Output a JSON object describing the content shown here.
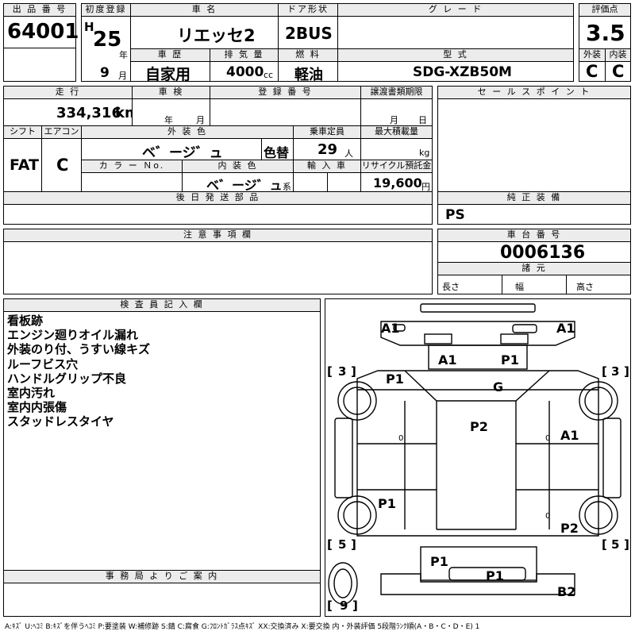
{
  "header": {
    "lot_label": "出 品 番 号",
    "lot_no": "64001",
    "first_reg_label": "初度登録",
    "era": "H",
    "year": "25",
    "year_unit": "年",
    "month": "9",
    "month_unit": "月",
    "model_label": "車 名",
    "model": "リエッセ2",
    "door_label": "ドア形状",
    "door": "2BUS",
    "grade_label": "グ レ ー ド",
    "grade": "",
    "score_label": "評価点",
    "score": "3.5",
    "history_label": "車 歴",
    "history": "自家用",
    "displacement_label": "排 気 量",
    "displacement": "4000",
    "displacement_unit": "cc",
    "fuel_label": "燃 料",
    "fuel": "軽油",
    "type_label": "型 式",
    "type": "SDG-XZB50M",
    "ext_label": "外装",
    "ext": "C",
    "int_label": "内装",
    "int": "C"
  },
  "row2": {
    "mileage_label": "走 行",
    "mileage": "334,316",
    "mileage_unit": "km",
    "inspection_label": "車 検",
    "inspection_year": "年",
    "inspection_month": "月",
    "reg_no_label": "登 録 番 号",
    "transfer_label": "譲渡書類期限",
    "transfer_month": "月",
    "transfer_day": "日",
    "shift_label": "シフト",
    "shift": "FAT",
    "ac_label": "エアコン",
    "ac": "C",
    "ext_color_label": "外 装 色",
    "ext_color": "ベ゛ージ゛ュ",
    "color_change": "色替",
    "seating_label": "乗車定員",
    "seating": "29",
    "seating_unit": "人",
    "load_label": "最大積載量",
    "load_unit": "kg",
    "color_no_label": "カ ラ ー Ｎo.",
    "int_color_label": "内 装 色",
    "int_color": "ベ゛ージ゛ュ",
    "int_color_unit": "系",
    "import_label": "輸 入 車",
    "recycle_label": "リサイクル預託金",
    "recycle": "19,600",
    "recycle_unit": "円",
    "later_parts_label": "後 日 発 送 部 品"
  },
  "sales": {
    "label": "セ ー ル ス ポ イ ン ト",
    "equip_label": "純 正 装 備",
    "equip": "PS"
  },
  "chassis": {
    "notes_label": "注 意 事 項 欄",
    "label": "車 台 番 号",
    "number": "0006136",
    "specs_label": "諸 元",
    "length": "長さ",
    "width": "幅",
    "height": "高さ"
  },
  "inspector": {
    "label": "検 査 員 記 入 欄",
    "notes": [
      "看板跡",
      "エンジン廻りオイル漏れ",
      "外装のり付、うすい線キズ",
      "ルーフビス穴",
      "ハンドルグリップ不良",
      "室内汚れ",
      "室内内張傷",
      "スタッドレスタイヤ"
    ],
    "office_label": "事 務 局 よ り ご 案 内"
  },
  "diagram": {
    "front_left": "A1",
    "front_right": "A1",
    "glass_a1": "A1",
    "glass_p1": "P1",
    "roof_g": "G",
    "side_p1": "P1",
    "roof_p2": "P2",
    "right_a1": "A1",
    "left_p1": "P1",
    "right_p2": "P2",
    "rear_p1a": "P1",
    "rear_p1b": "P1",
    "rear_b2": "B2",
    "tread_fl": "3",
    "tread_fr": "3",
    "tread_rl": "5",
    "tread_rr": "5",
    "spare": "9",
    "mark_l": "0",
    "mark_r": "0",
    "mark_rr": "0"
  },
  "legend": "A:ｷｽﾞ U:ﾍｺﾐ B:ｷｽﾞを伴うﾍｺﾐ P:要塗装 W:補修跡 S:錆 C:腐食 G:ﾌﾛﾝﾄｶﾞﾗｽ点ｷｽﾞ XX:交換済み X:要交換 内・外装評価 5段階ﾗﾝｸ順(A・B・C・D・E) 1"
}
